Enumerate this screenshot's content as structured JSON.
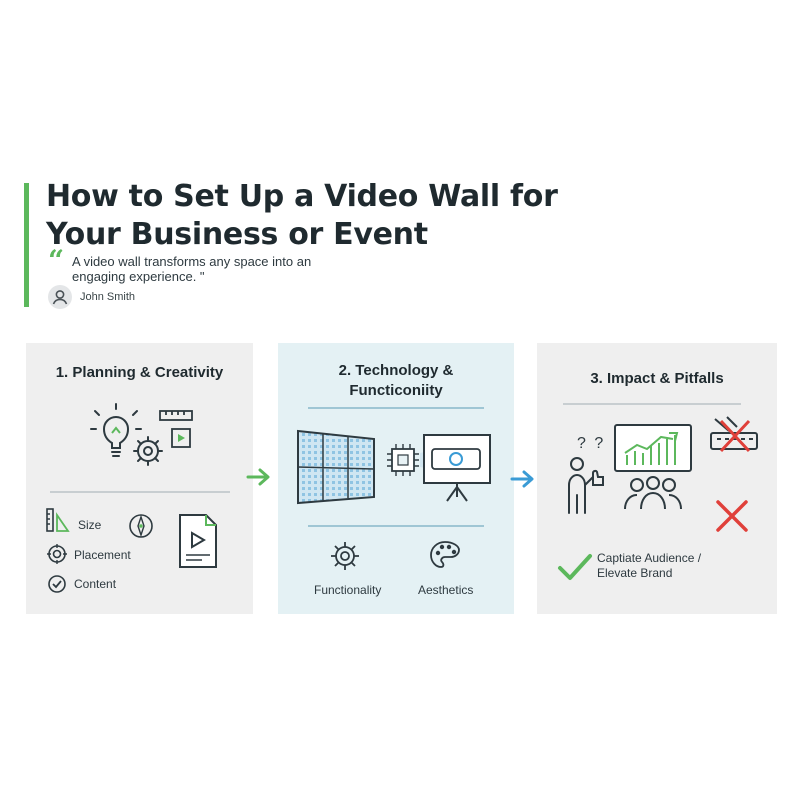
{
  "header": {
    "title_line1": "How to Set Up a Video Wall for",
    "title_line2": "Your Business or Event",
    "quote_line1": "A video wall transforms any space into an",
    "quote_line2": "engaging experience. \"",
    "author": "John Smith"
  },
  "panels": [
    {
      "title": "1. Planning & Creativity",
      "items": [
        "Size",
        "Placement",
        "Content"
      ]
    },
    {
      "title_line1": "2. Technology &",
      "title_line2": "Functiconiity",
      "items": [
        "Functionality",
        "Aesthetics"
      ]
    },
    {
      "title": "3.  Impact & Pitfalls",
      "question_marks": "? ?",
      "outcome_line1": "Captiate Audience /",
      "outcome_line2": "Elevate Brand"
    }
  ],
  "colors": {
    "accent_green": "#5cb85c",
    "accent_blue": "#3a9bd5",
    "warning_red": "#e0403a",
    "panel_gray": "#efefef",
    "panel_blue": "#e4f1f4"
  }
}
